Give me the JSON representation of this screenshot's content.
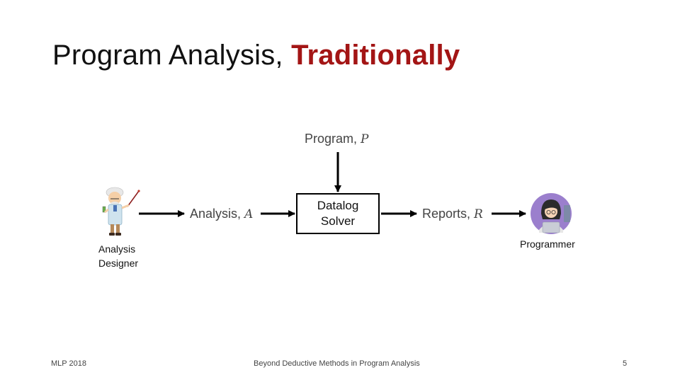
{
  "slide": {
    "title_prefix": "Program Analysis, ",
    "title_accent": "Traditionally",
    "accent_color": "#a31515"
  },
  "diagram": {
    "program_label": "Program,",
    "program_var": "P",
    "analysis_label": "Analysis,",
    "analysis_var": "A",
    "reports_label": "Reports,",
    "reports_var": "R",
    "solver_line1": "Datalog",
    "solver_line2": "Solver",
    "designer_line1": "Analysis",
    "designer_line2": "Designer",
    "programmer": "Programmer",
    "designer_icon": "scientist-icon",
    "programmer_icon": "programmer-avatar-icon"
  },
  "footer": {
    "left": "MLP 2018",
    "center": "Beyond Deductive Methods in Program Analysis",
    "page": "5"
  }
}
